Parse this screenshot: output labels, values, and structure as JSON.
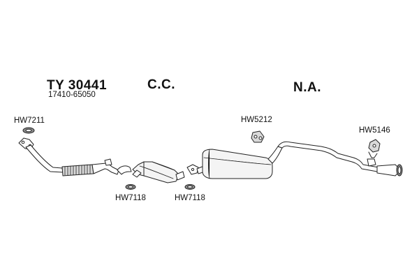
{
  "header": {
    "part_number": "TY 30441",
    "oem_number": "17410-65050",
    "section_cc": "C.C.",
    "section_na": "N.A."
  },
  "parts": {
    "hw7211": "HW7211",
    "hw7118_a": "HW7118",
    "hw7118_b": "HW7118",
    "hw5212": "HW5212",
    "hw5146": "HW5146"
  },
  "colors": {
    "line": "#222222",
    "fill_light": "#f4f4f4",
    "fill_mid": "#d9d9d9",
    "fill_dark": "#8c8c8c"
  }
}
